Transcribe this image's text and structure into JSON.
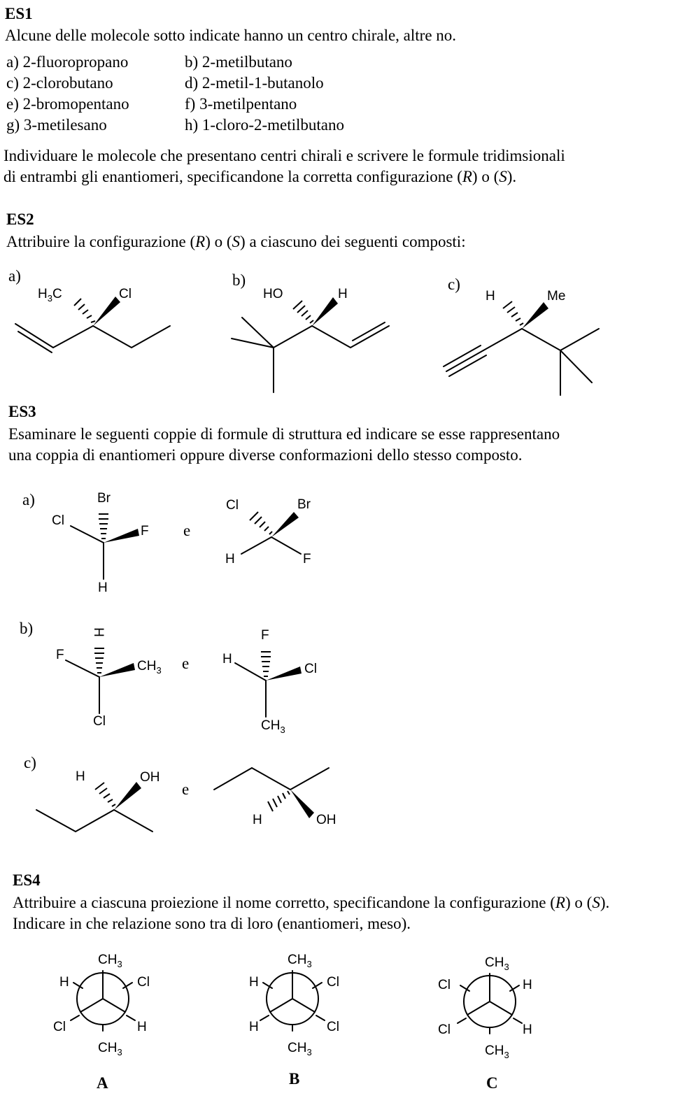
{
  "es1": {
    "title": "ES1",
    "intro": "Alcune delle molecole sotto indicate hanno un centro chirale, altre no.",
    "items": [
      "a) 2-fluoropropano",
      "b) 2-metilbutano",
      "c) 2-clorobutano",
      "d) 2-metil-1-butanolo",
      "e) 2-bromopentano",
      "f) 3-metilpentano",
      "g) 3-metilesano",
      "h) 1-cloro-2-metilbutano"
    ],
    "task_line1": "Individuare le molecole che presentano centri chirali e scrivere le formule tridimsionali",
    "task_line2_a": "di entrambi gli enantiomeri, specificandone la corretta configurazione (",
    "task_line2_R": "R",
    "task_line2_b": ") o (",
    "task_line2_S": "S",
    "task_line2_c": ")."
  },
  "es2": {
    "title": "ES2",
    "text_a": "Attribuire la configurazione (",
    "R": "R",
    "text_b": ") o (",
    "S": "S",
    "text_c": ") a ciascuno dei seguenti composti:",
    "labels": [
      "a)",
      "b)",
      "c)"
    ],
    "atoms": {
      "a_me": "H3C",
      "a_cl": "Cl",
      "b_ho": "HO",
      "b_h": "H",
      "c_h": "H",
      "c_me": "Me"
    }
  },
  "es3": {
    "title": "ES3",
    "line1": "Esaminare le seguenti coppie di formule di struttura ed indicare se esse rappresentano",
    "line2": "una coppia di enantiomeri oppure diverse conformazioni dello stesso composto.",
    "labels": [
      "a)",
      "b)",
      "c)"
    ],
    "conj": "e",
    "atoms": {
      "Br": "Br",
      "Cl": "Cl",
      "F": "F",
      "H": "H",
      "CH3": "CH3",
      "OH": "OH"
    }
  },
  "es4": {
    "title": "ES4",
    "line1_a": "Attribuire a ciascuna proiezione il nome corretto, specificandone la configurazione (",
    "R": "R",
    "line1_b": ") o (",
    "S": "S",
    "line1_c": ").",
    "line2": "Indicare in che relazione sono tra di loro (enantiomeri, meso).",
    "projections": [
      {
        "name": "A",
        "top": "CH3",
        "bottom": "CH3",
        "ul": "H",
        "ur": "Cl",
        "ll": "Cl",
        "lr": "H"
      },
      {
        "name": "B",
        "top": "CH3",
        "bottom": "CH3",
        "ul": "H",
        "ur": "Cl",
        "ll": "H",
        "lr": "Cl"
      },
      {
        "name": "C",
        "top": "CH3",
        "bottom": "CH3",
        "ul": "Cl",
        "ur": "H",
        "ll": "Cl",
        "lr": "H"
      }
    ]
  }
}
